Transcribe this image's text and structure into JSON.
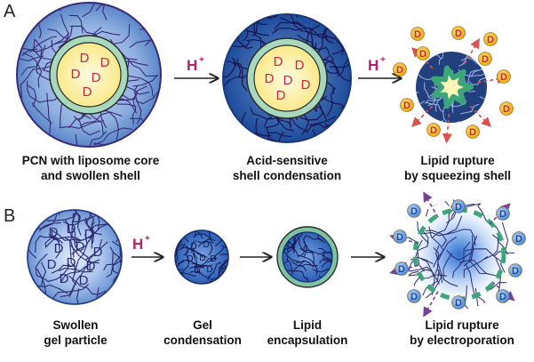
{
  "panels": {
    "a": {
      "label": "A",
      "proton_label": "H",
      "proton_charge": "+",
      "drug_letter": "D",
      "captions": [
        [
          "PCN with liposome core",
          "and swollen shell"
        ],
        [
          "Acid-sensitive",
          "shell condensation"
        ],
        [
          "Lipid rupture",
          "by squeezing shell"
        ]
      ]
    },
    "b": {
      "label": "B",
      "proton_label": "H",
      "proton_charge": "+",
      "drug_letter": "D",
      "captions": [
        [
          "Swollen",
          "gel particle"
        ],
        [
          "Gel",
          "condensation"
        ],
        [
          "Lipid",
          "encapsulation"
        ],
        [
          "Lipid rupture",
          "by electroporation"
        ]
      ]
    }
  },
  "colors": {
    "shell_blue": "#5a86c8",
    "shell_dark": "#1c4b9a",
    "network_purple": "#3a2a7a",
    "lipid_green": "#7fc4a2",
    "core_yellow": "#fff6b8",
    "drug_red": "#c0284f",
    "proton_magenta": "#b0226a",
    "drug_orange": "#f0a818",
    "drug_blue": "#4b8ad8",
    "arrow_red": "#d9534f",
    "arrow_purple": "#7a3f9a",
    "dash_green": "#3aa67a"
  }
}
